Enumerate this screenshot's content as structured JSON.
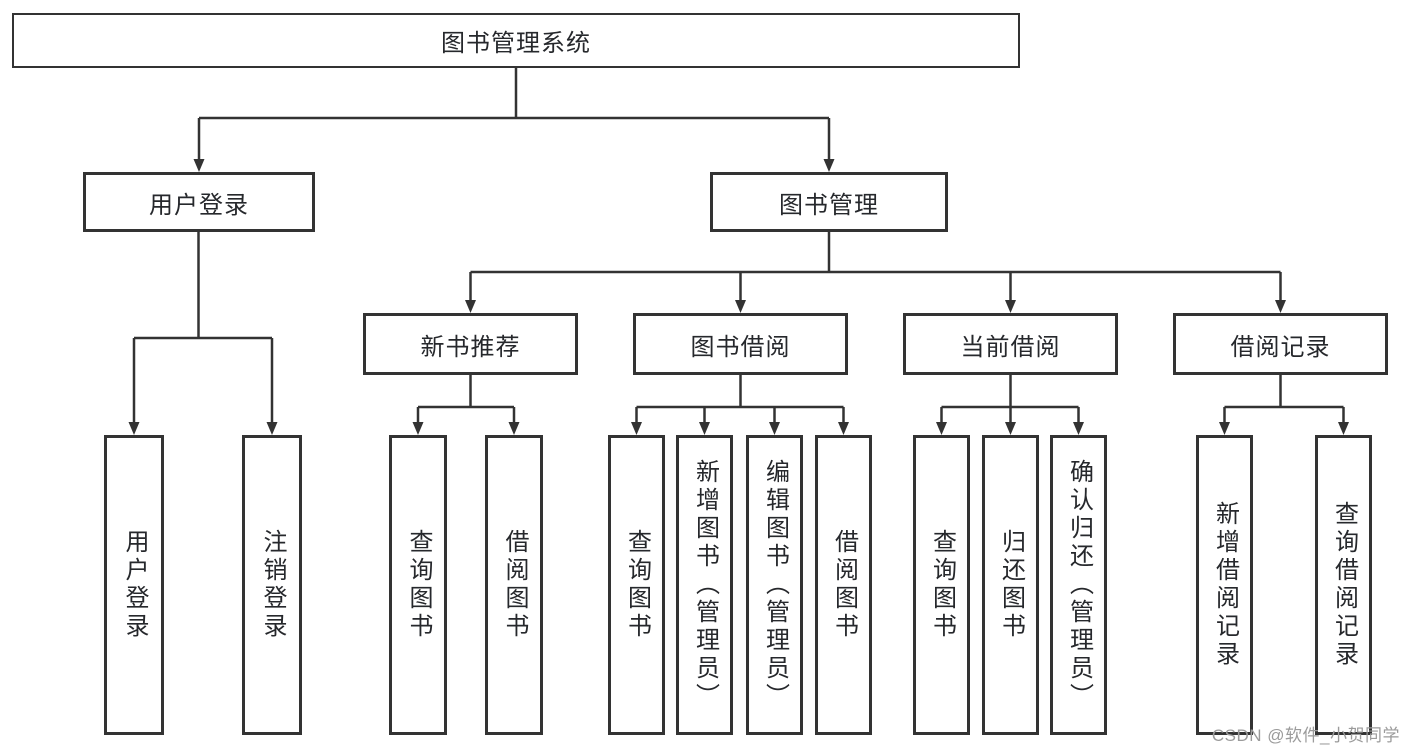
{
  "diagram_type": "functional-structure-tree",
  "colors": {
    "line": "#333333",
    "box_border": "#333333",
    "box_fill": "#ffffff",
    "text": "#26282c",
    "watermark": "#9b9b9b",
    "background": "#ffffff"
  },
  "watermark": "CSDN @软件_小贺同学",
  "tree": {
    "label": "图书管理系统",
    "children": [
      {
        "label": "用户登录",
        "children": [
          {
            "label": "用户登录"
          },
          {
            "label": "注销登录"
          }
        ]
      },
      {
        "label": "图书管理",
        "children": [
          {
            "label": "新书推荐",
            "children": [
              {
                "label": "查询图书"
              },
              {
                "label": "借阅图书"
              }
            ]
          },
          {
            "label": "图书借阅",
            "children": [
              {
                "label": "查询图书"
              },
              {
                "label": "新增图书（管理员）"
              },
              {
                "label": "编辑图书（管理员）"
              },
              {
                "label": "借阅图书"
              }
            ]
          },
          {
            "label": "当前借阅",
            "children": [
              {
                "label": "查询图书"
              },
              {
                "label": "归还图书"
              },
              {
                "label": "确认归还（管理员）"
              }
            ]
          },
          {
            "label": "借阅记录",
            "children": [
              {
                "label": "新增借阅记录"
              },
              {
                "label": "查询借阅记录"
              }
            ]
          }
        ]
      }
    ]
  }
}
